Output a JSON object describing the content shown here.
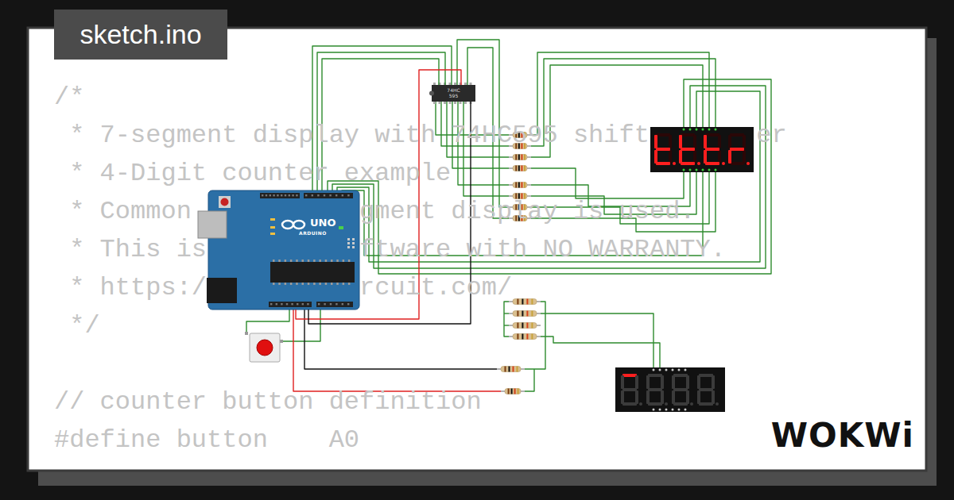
{
  "diagram": {
    "nodes": [
      {
        "text": [
          "sketch.ino"
        ]
      },
      {
        "text": [
          "UNO",
          "ARDUINO"
        ]
      },
      {
        "text": [
          "74HC 595"
        ]
      }
    ],
    "edges": [
      {
        "from": 1,
        "to": 2,
        "arrow": "none"
      },
      {
        "from": 1,
        "to": 2,
        "arrow": "none"
      },
      {
        "from": 1,
        "to": 2,
        "arrow": "none"
      },
      {
        "from": 1,
        "to": 2,
        "arrow": "none"
      },
      {
        "from": 1,
        "to": 2,
        "arrow": "none"
      }
    ],
    "labels": [
      "/*",
      "* 7-segment display with 74HC595 shift",
      "er",
      "* 4-Digit counter example",
      "* Common",
      "gment display is used.",
      "* This is",
      "ftware with NO WARRANTY.",
      "* https:/",
      "rcuit.com/",
      "*/",
      "// counter button definition",
      "#define button    A0",
      "WOKWi"
    ]
  }
}
